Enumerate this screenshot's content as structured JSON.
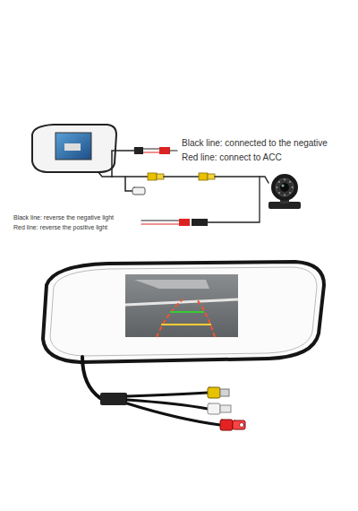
{
  "diagram": {
    "labels": [
      "Black line: connected to the negative",
      "Red line: connect to ACC",
      "Black line: reverse the negative light",
      "Red line: reverse the positive light"
    ]
  }
}
